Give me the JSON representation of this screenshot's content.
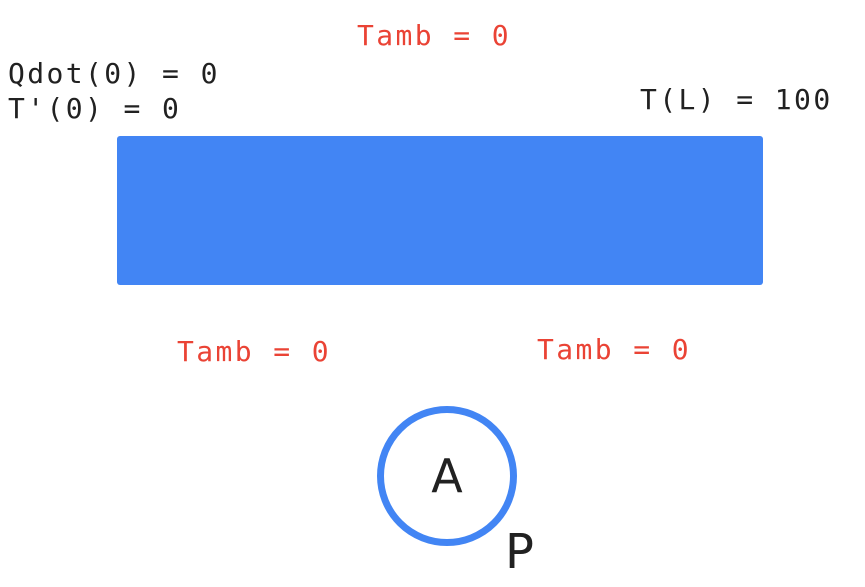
{
  "diagram": {
    "colors": {
      "body": "#4285f4",
      "ambient_label": "#ea4335",
      "text": "#212121"
    },
    "top_ambient": "Tamb = 0",
    "left_bc_flux": "Qdot(0) = 0",
    "left_bc_derivative": "T'(0) = 0",
    "right_bc": "T(L) = 100",
    "bottom_ambient_left": "Tamb = 0",
    "bottom_ambient_right": "Tamb = 0",
    "node_label": "A",
    "perimeter_label": "P"
  }
}
